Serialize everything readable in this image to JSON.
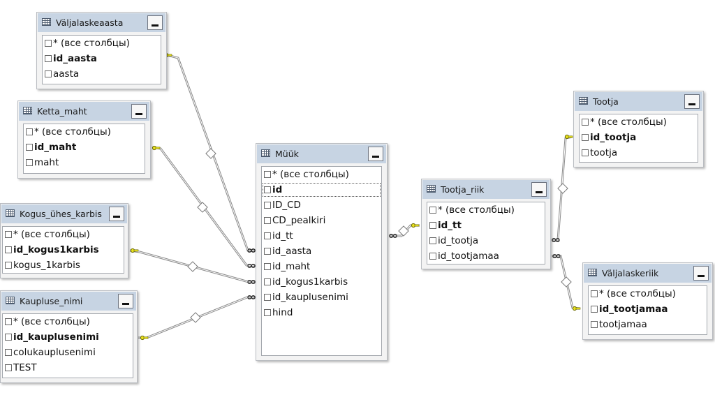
{
  "tables": {
    "valjalaskeaasta": {
      "title": "Väljalaskeaasta",
      "columns": [
        "* (все столбцы)",
        "id_aasta",
        "aasta"
      ]
    },
    "ketta_maht": {
      "title": "Ketta_maht",
      "columns": [
        "* (все столбцы)",
        "id_maht",
        "maht"
      ]
    },
    "kogus": {
      "title": "Kogus_ühes_karbis",
      "columns": [
        "* (все столбцы)",
        "id_kogus1karbis",
        "kogus_1karbis"
      ]
    },
    "kaupluse": {
      "title": "Kaupluse_nimi",
      "columns": [
        "* (все столбцы)",
        "id_kauplusenimi",
        "colukauplusenimi",
        "TEST"
      ]
    },
    "muuk": {
      "title": "Müük",
      "columns": [
        "* (все столбцы)",
        "id",
        "ID_CD",
        "CD_pealkiri",
        "id_tt",
        "id_aasta",
        "id_maht",
        "id_kogus1karbis",
        "id_kauplusenimi",
        "hind"
      ]
    },
    "tootja_riik": {
      "title": "Tootja_riik",
      "columns": [
        "* (все столбцы)",
        "id_tt",
        "id_tootja",
        "id_tootjamaa"
      ]
    },
    "tootja": {
      "title": "Tootja",
      "columns": [
        "* (все столбцы)",
        "id_tootja",
        "tootja"
      ]
    },
    "valjalaskeriik": {
      "title": "Väljalaskeriik",
      "columns": [
        "* (все столбцы)",
        "id_tootjamaa",
        "tootjamaa"
      ]
    }
  }
}
